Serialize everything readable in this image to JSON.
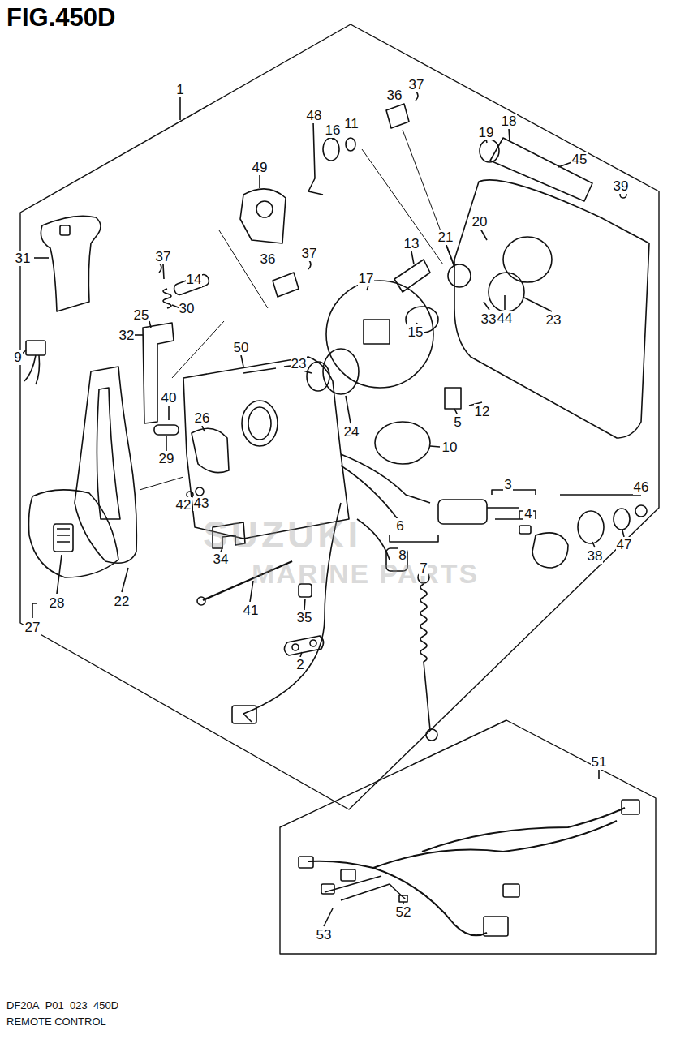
{
  "diagram": {
    "title": "FIG.450D",
    "caption": "REMOTE CONTROL",
    "labels": [
      "1",
      "48",
      "16",
      "11",
      "36",
      "37",
      "19",
      "18",
      "45",
      "39",
      "49",
      "13",
      "31",
      "37",
      "36",
      "37",
      "17",
      "21",
      "20",
      "14",
      "25",
      "30",
      "9",
      "32",
      "50",
      "44",
      "23",
      "33",
      "15",
      "23",
      "40",
      "26",
      "29",
      "5",
      "12",
      "24",
      "10",
      "3",
      "4",
      "6",
      "8",
      "7",
      "43",
      "42",
      "34",
      "38",
      "47",
      "46",
      "28",
      "22",
      "27",
      "41",
      "35",
      "2",
      "51",
      "53",
      "52",
      "DF20A_P01_023_450D",
      "SUZUKI",
      "MARINE PARTS"
    ]
  }
}
